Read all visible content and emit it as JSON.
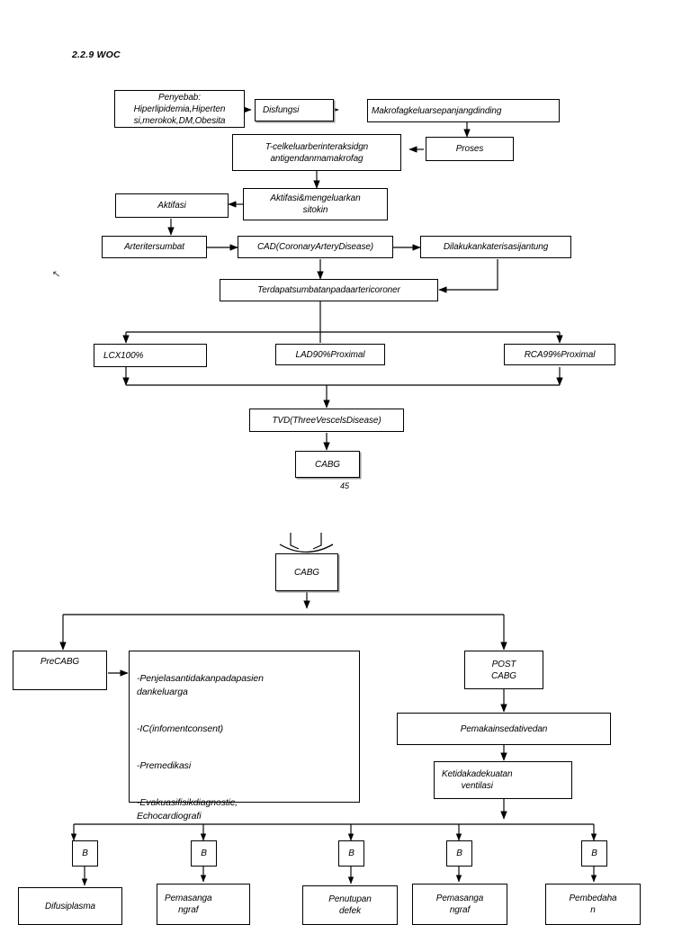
{
  "document": {
    "heading": "2.2.9 WOC",
    "page_number": "45",
    "cursor_glyph": "↖"
  },
  "pathway_diagram": {
    "nodes": [
      {
        "id": "penyebab",
        "label": "Penyebab:\nHiperlipidemia,Hiperten\nsi,merokok,DM,Obesita"
      },
      {
        "id": "disfungsi",
        "label": "Disfungsi"
      },
      {
        "id": "makrofag",
        "label": "Makrofagkeluarsepanjangdinding"
      },
      {
        "id": "proses",
        "label": "Proses"
      },
      {
        "id": "tcell",
        "label": "T-celkeluarberinteraksidgn\nantigendanmamakrofag"
      },
      {
        "id": "aktifasi_sitokin",
        "label": "Aktifasi&mengeluarkan\nsitokin"
      },
      {
        "id": "aktifasi",
        "label": "Aktifasi"
      },
      {
        "id": "arteri",
        "label": "Arteritersumbat"
      },
      {
        "id": "cad",
        "label": "CAD(CoronaryArteryDisease)"
      },
      {
        "id": "kateterisasi",
        "label": "Dilakukankaterisasijantung"
      },
      {
        "id": "sumbatan",
        "label": "Terdapatsumbatanpadaartericoroner"
      },
      {
        "id": "lcx",
        "label": "LCX100%"
      },
      {
        "id": "lad",
        "label": "LAD90%Proximal"
      },
      {
        "id": "rca",
        "label": "RCA99%Proximal"
      },
      {
        "id": "tvd",
        "label": "TVD(ThreeVescelsDisease)"
      },
      {
        "id": "cabg_top",
        "label": "CABG"
      }
    ]
  },
  "procedure_diagram": {
    "nodes": [
      {
        "id": "cabg",
        "label": "CABG"
      },
      {
        "id": "precabg",
        "label": "PreCABG"
      },
      {
        "id": "postcabg",
        "label": "POST\nCABG"
      },
      {
        "id": "sedative",
        "label": "Pemakainsedativedan"
      },
      {
        "id": "ventilasi",
        "label": "Ketidakadekuatan\nventilasi"
      }
    ],
    "pre_cabg_checklist": [
      "-Penjelasantidakanpadapasien\n dankeluarga",
      "-IC(infomentconsent)",
      "-Premedikasi",
      "-Evakuasifisikdiagnostic,\n Echocardiografi"
    ],
    "branch_markers": [
      "B",
      "B",
      "B",
      "B",
      "B"
    ],
    "interventions": [
      "Difusiplasma",
      "Pemasanga\nngraf",
      "Penutupan\ndefek",
      "Pemasanga\nngraf",
      "Pembedaha\nn"
    ]
  }
}
